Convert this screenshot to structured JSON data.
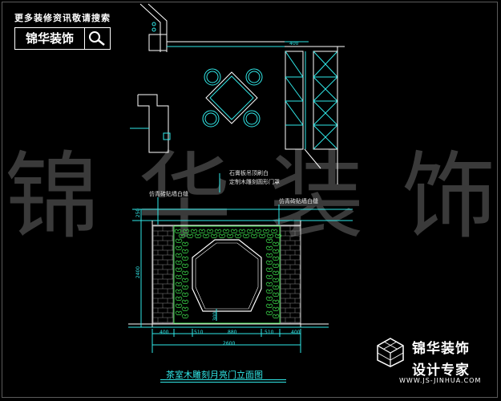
{
  "brand": {
    "tagline": "更多装修资讯敬请搜索",
    "name": "锦华装饰"
  },
  "watermark": {
    "chars": [
      "锦",
      "华",
      "装",
      "饰"
    ]
  },
  "annotations": {
    "note_top_1": "石膏板吊顶刷白",
    "note_top_2": "定制木雕刻圆形门罩",
    "note_left": "仿青砖贴墙白缝",
    "note_right": "仿青砖贴墙白缝"
  },
  "dimensions": {
    "plan_top": "400",
    "height_top": "250",
    "height_main": "2400",
    "height_small": "300",
    "width_1": "400",
    "width_2": "510",
    "width_3": "880",
    "width_4": "510",
    "width_5": "400",
    "width_total": "2600"
  },
  "drawing_title": "茶室木雕刻月亮门立面图",
  "logo": {
    "line1": "锦华装饰",
    "line2": "设计专家",
    "url": "WWW.JS-JINHUA.COM"
  },
  "colors": {
    "line_cyan": "#31e8e8",
    "carving_green": "#3bd64a",
    "brick_gray": "#8a8a8a",
    "line_white": "#ffffff",
    "watermark": "#3a3a3a"
  }
}
